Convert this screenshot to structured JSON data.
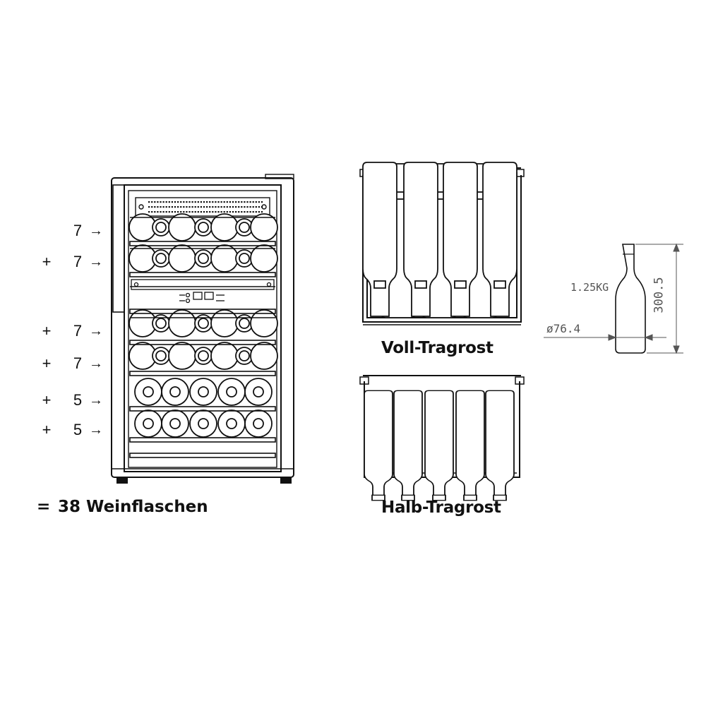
{
  "shelves": [
    {
      "plus": "",
      "count": "7",
      "arrow": "→"
    },
    {
      "plus": "+",
      "count": "7",
      "arrow": "→"
    },
    {
      "plus": "+",
      "count": "7",
      "arrow": "→"
    },
    {
      "plus": "+",
      "count": "7",
      "arrow": "→"
    },
    {
      "plus": "+",
      "count": "5",
      "arrow": "→"
    },
    {
      "plus": "+",
      "count": "5",
      "arrow": "→"
    }
  ],
  "total": {
    "eq": "=",
    "text": "38 Weinflaschen"
  },
  "captions": {
    "full_rack": "Voll-Tragrost",
    "half_rack": "Halb-Tragrost"
  },
  "bottle_spec": {
    "weight": "1.25KG",
    "diameter": "ø76.4",
    "height": "300.5"
  }
}
